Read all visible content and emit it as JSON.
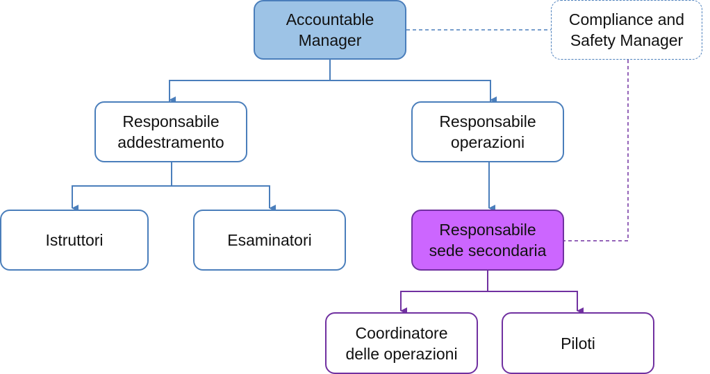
{
  "nodes": {
    "accountable_manager": "Accountable\nManager",
    "compliance_safety_manager": "Compliance and\nSafety Manager",
    "responsabile_addestramento": "Responsabile\naddestramento",
    "responsabile_operazioni": "Responsabile\noperazioni",
    "istruttori": "Istruttori",
    "esaminatori": "Esaminatori",
    "responsabile_sede_secondaria": "Responsabile\nsede secondaria",
    "coordinatore_operazioni": "Coordinatore\ndelle operazioni",
    "piloti": "Piloti"
  },
  "colors": {
    "blue_line": "#4a7ebb",
    "purple_line": "#7030a0",
    "top_fill": "#9dc3e6",
    "highlight_fill": "#cc66ff"
  }
}
